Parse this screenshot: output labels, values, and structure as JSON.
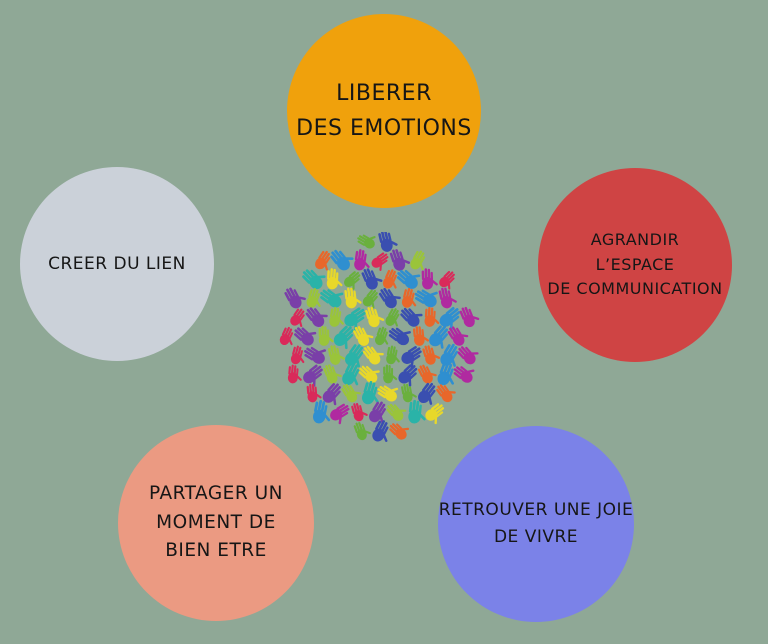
{
  "background_color": "#8fa896",
  "bubbles": {
    "liberer": {
      "lines": [
        "LIBERER",
        "DES EMOTIONS"
      ],
      "color": "#f0a10c"
    },
    "creer": {
      "lines": [
        "CREER DU LIEN"
      ],
      "color": "#cbd1d9"
    },
    "agrandir": {
      "lines": [
        "AGRANDIR",
        "L’ESPACE",
        "DE COMMUNICATION"
      ],
      "color": "#cf4444"
    },
    "partager": {
      "lines": [
        "PARTAGER UN",
        "MOMENT DE",
        "BIEN ETRE"
      ],
      "color": "#eb9a82"
    },
    "retrouver": {
      "lines": [
        "RETROUVER UNE JOIE",
        "DE VIVRE"
      ],
      "color": "#7b82e8"
    }
  },
  "center_icon": {
    "name": "hands-globe-icon",
    "palette": [
      "#6ab03d",
      "#2f8fd0",
      "#7a3fa8",
      "#e8d82a",
      "#e8672a",
      "#d92a5a",
      "#2ab3a8",
      "#3a4fb0",
      "#b02aa0",
      "#9ac43a"
    ]
  }
}
